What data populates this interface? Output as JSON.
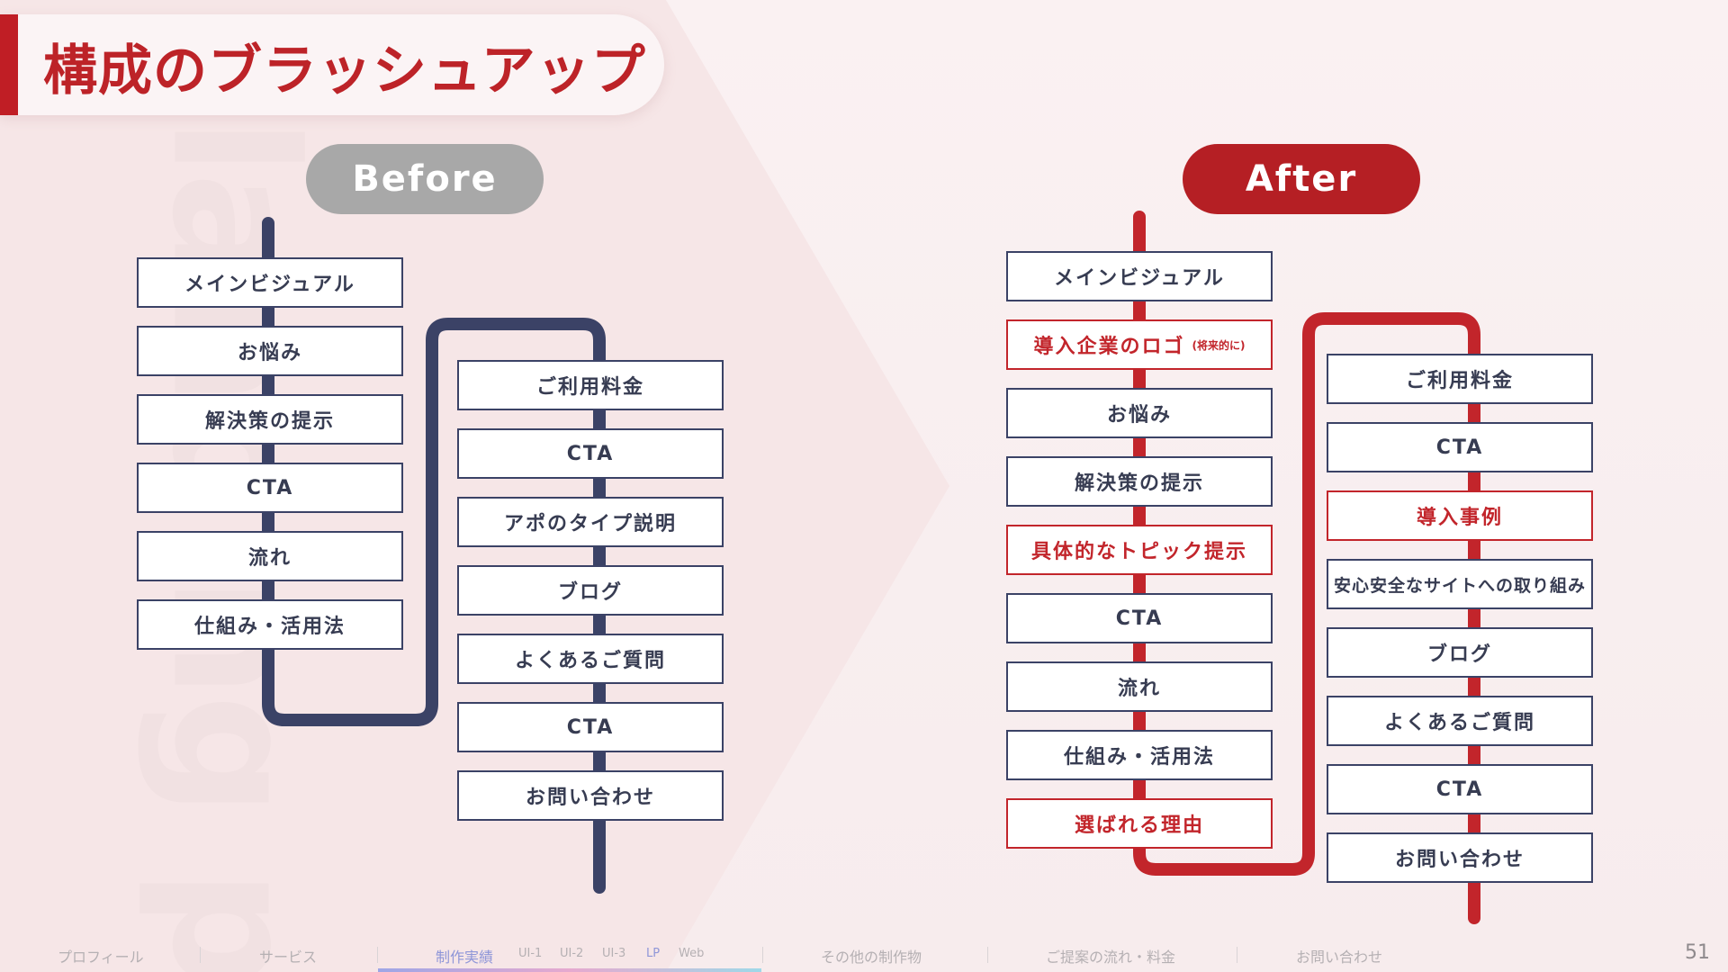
{
  "title": "構成のブラッシュアップ",
  "background_word": "landing page",
  "before": {
    "label": "Before",
    "left_column": [
      "メインビジュアル",
      "お悩み",
      "解決策の提示",
      "CTA",
      "流れ",
      "仕組み・活用法"
    ],
    "right_column": [
      "ご利用料金",
      "CTA",
      "アポのタイプ説明",
      "ブログ",
      "よくあるご質問",
      "CTA",
      "お問い合わせ"
    ]
  },
  "after": {
    "label": "After",
    "left_column": [
      {
        "text": "メインビジュアル",
        "highlight": false
      },
      {
        "text": "導入企業のロゴ",
        "note": "(将来的に)",
        "highlight": true
      },
      {
        "text": "お悩み",
        "highlight": false
      },
      {
        "text": "解決策の提示",
        "highlight": false
      },
      {
        "text": "具体的なトピック提示",
        "highlight": true
      },
      {
        "text": "CTA",
        "highlight": false
      },
      {
        "text": "流れ",
        "highlight": false
      },
      {
        "text": "仕組み・活用法",
        "highlight": false
      },
      {
        "text": "選ばれる理由",
        "highlight": true
      }
    ],
    "right_column": [
      {
        "text": "ご利用料金",
        "highlight": false
      },
      {
        "text": "CTA",
        "highlight": false
      },
      {
        "text": "導入事例",
        "highlight": true
      },
      {
        "text": "安心安全なサイトへの取り組み",
        "highlight": false
      },
      {
        "text": "ブログ",
        "highlight": false
      },
      {
        "text": "よくあるご質問",
        "highlight": false
      },
      {
        "text": "CTA",
        "highlight": false
      },
      {
        "text": "お問い合わせ",
        "highlight": false
      }
    ]
  },
  "nav": {
    "items": [
      "プロフィール",
      "サービス",
      "制作実績",
      "その他の制作物",
      "ご提案の流れ・料金",
      "お問い合わせ"
    ],
    "sub_items": [
      "UI-1",
      "UI-2",
      "UI-3",
      "LP",
      "Web"
    ],
    "active": "制作実績",
    "active_sub": "LP"
  },
  "page_number": "51",
  "colors": {
    "accent_red": "#c01e25",
    "navy": "#3b4266",
    "before_pill": "#a8a8a8",
    "after_pill": "#b51f24"
  }
}
